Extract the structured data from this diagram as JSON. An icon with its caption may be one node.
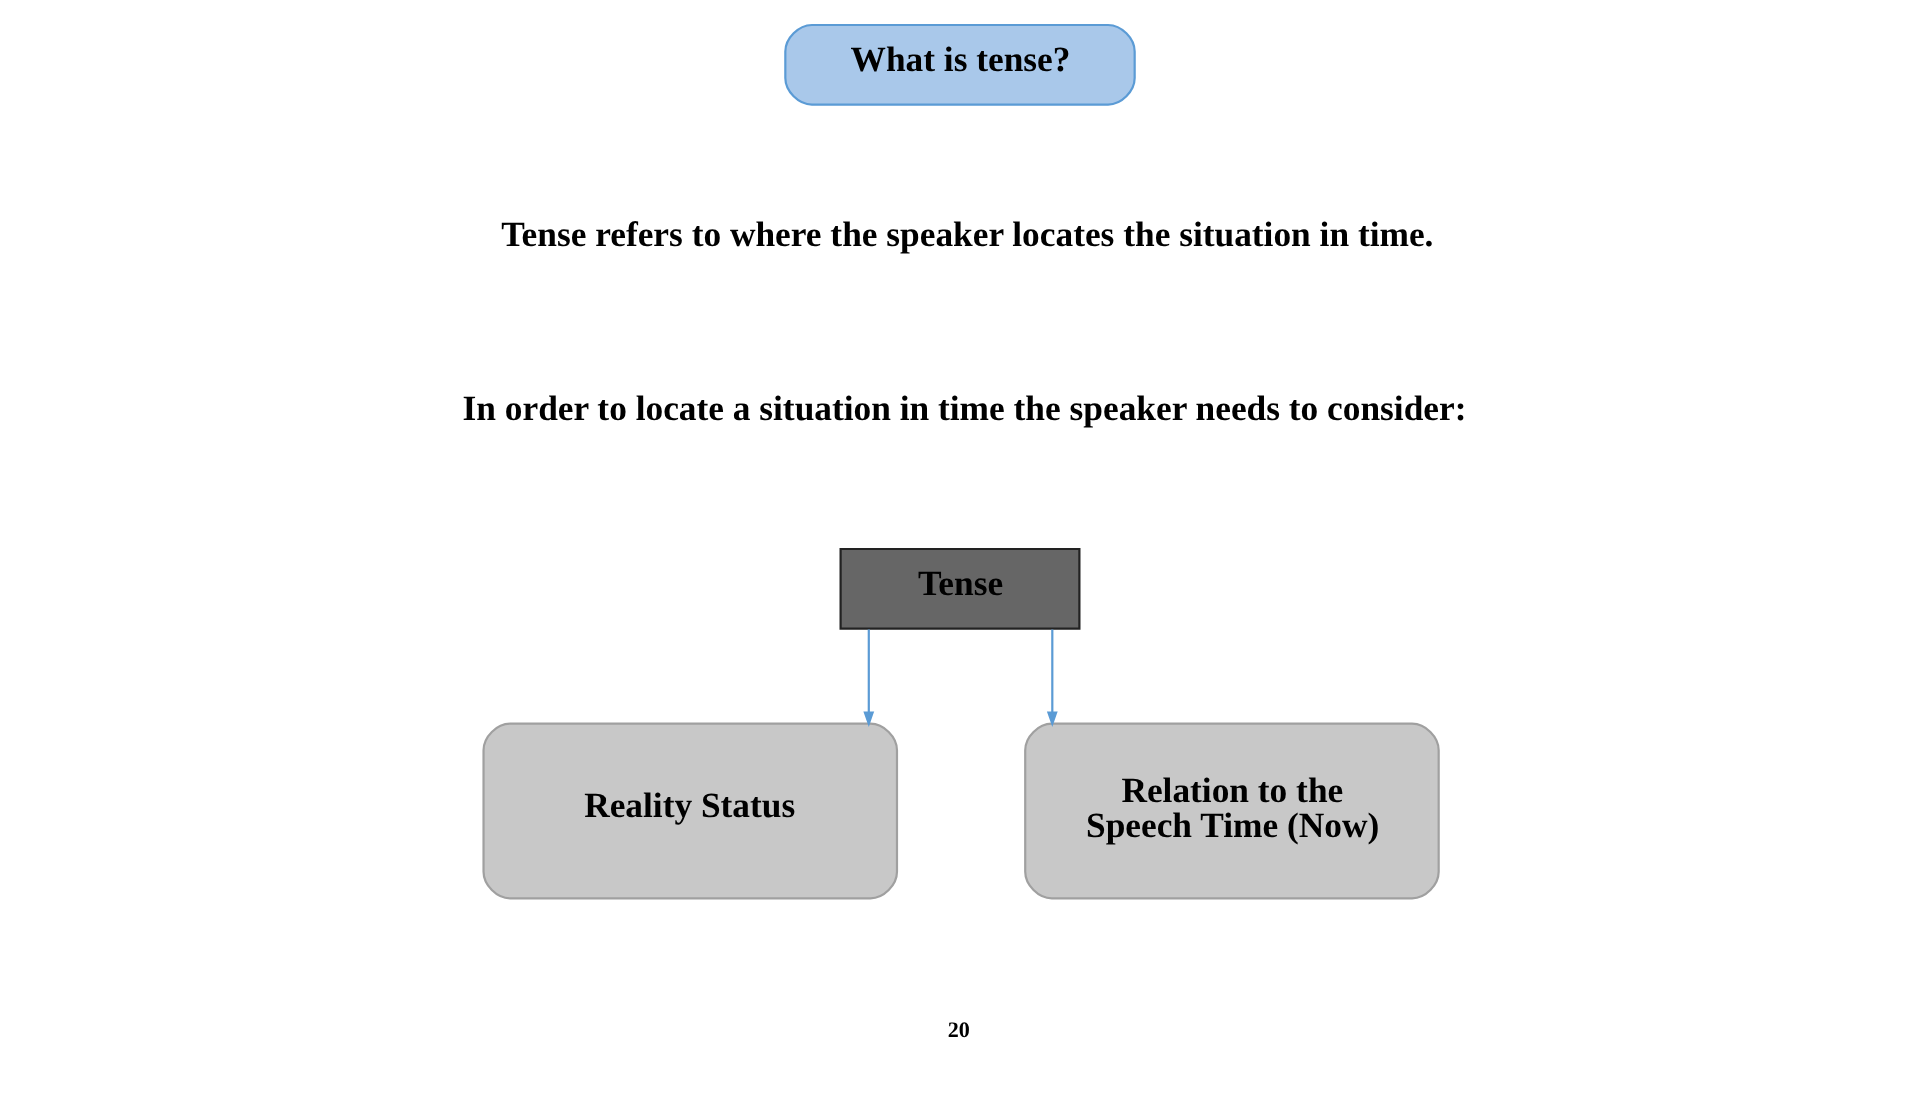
{
  "diagram": {
    "nodes": [
      {
        "text": [
          "What is tense?"
        ]
      },
      {
        "text": [
          "Tense"
        ]
      },
      {
        "text": [
          "Reality Status"
        ]
      },
      {
        "text": [
          "Relation to the Speech Time (Now)"
        ]
      }
    ],
    "edges": [
      {
        "from": 1,
        "to": 2,
        "arrow": "to"
      },
      {
        "from": 1,
        "to": 3,
        "arrow": "to"
      }
    ],
    "labels": [
      "Tense refers to where the speaker locates the situation in time.",
      "In order to locate a situation in time the speaker needs to consider:",
      "20"
    ]
  }
}
